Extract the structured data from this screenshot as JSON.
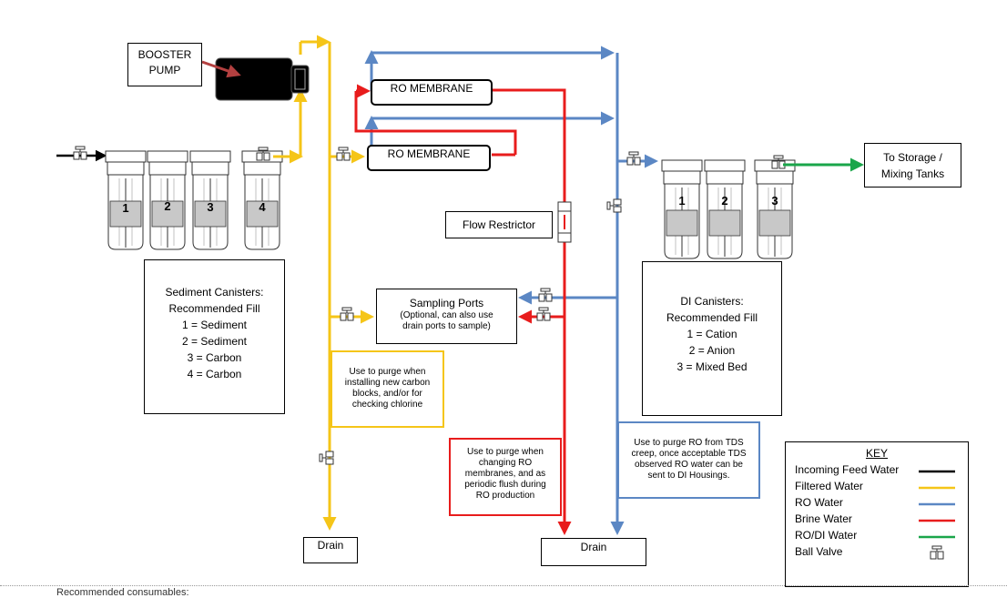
{
  "labels": {
    "booster_pump": "BOOSTER\nPUMP",
    "ro_membrane_1": "RO MEMBRANE",
    "ro_membrane_2": "RO MEMBRANE",
    "flow_restrictor": "Flow Restrictor",
    "sampling_ports_title": "Sampling Ports",
    "sampling_ports_note": "(Optional, can also use\ndrain ports to sample)",
    "to_storage": "To Storage /\nMixing Tanks",
    "drain_left": "Drain",
    "drain_right": "Drain"
  },
  "sediment": {
    "description": "Sediment Canisters:\nRecommended Fill\n1 = Sediment\n2 = Sediment\n3 = Carbon\n4 = Carbon",
    "numbers": [
      "1",
      "2",
      "3",
      "4"
    ]
  },
  "di": {
    "description": "DI Canisters:\nRecommended Fill\n1 = Cation\n2 = Anion\n3 = Mixed Bed",
    "numbers": [
      "1",
      "2",
      "3"
    ]
  },
  "notes": {
    "carbon_purge": "Use to purge when\ninstalling new carbon\nblocks, and/or for\nchecking chlorine",
    "ro_purge": "Use to purge when\nchanging RO\nmembranes, and as\nperiodic flush during\nRO production",
    "tds_purge": "Use to purge RO from TDS\ncreep, once acceptable TDS\nobserved RO water can be\nsent to DI Housings."
  },
  "key": {
    "title": "KEY",
    "items": [
      {
        "label": "Incoming Feed Water",
        "color": "#000000"
      },
      {
        "label": "Filtered Water",
        "color": "#f5c518"
      },
      {
        "label": "RO Water",
        "color": "#5b87c4"
      },
      {
        "label": "Brine Water",
        "color": "#e81c1c"
      },
      {
        "label": "RO/DI Water",
        "color": "#1aa64a"
      },
      {
        "label": "Ball Valve",
        "color": ""
      }
    ]
  },
  "colors": {
    "feed": "#000000",
    "filtered": "#f5c518",
    "ro": "#5b87c4",
    "brine": "#e81c1c",
    "rodi": "#1aa64a",
    "pump_arrow": "#b34040"
  },
  "footer": {
    "text": "Recommended consumables:"
  }
}
